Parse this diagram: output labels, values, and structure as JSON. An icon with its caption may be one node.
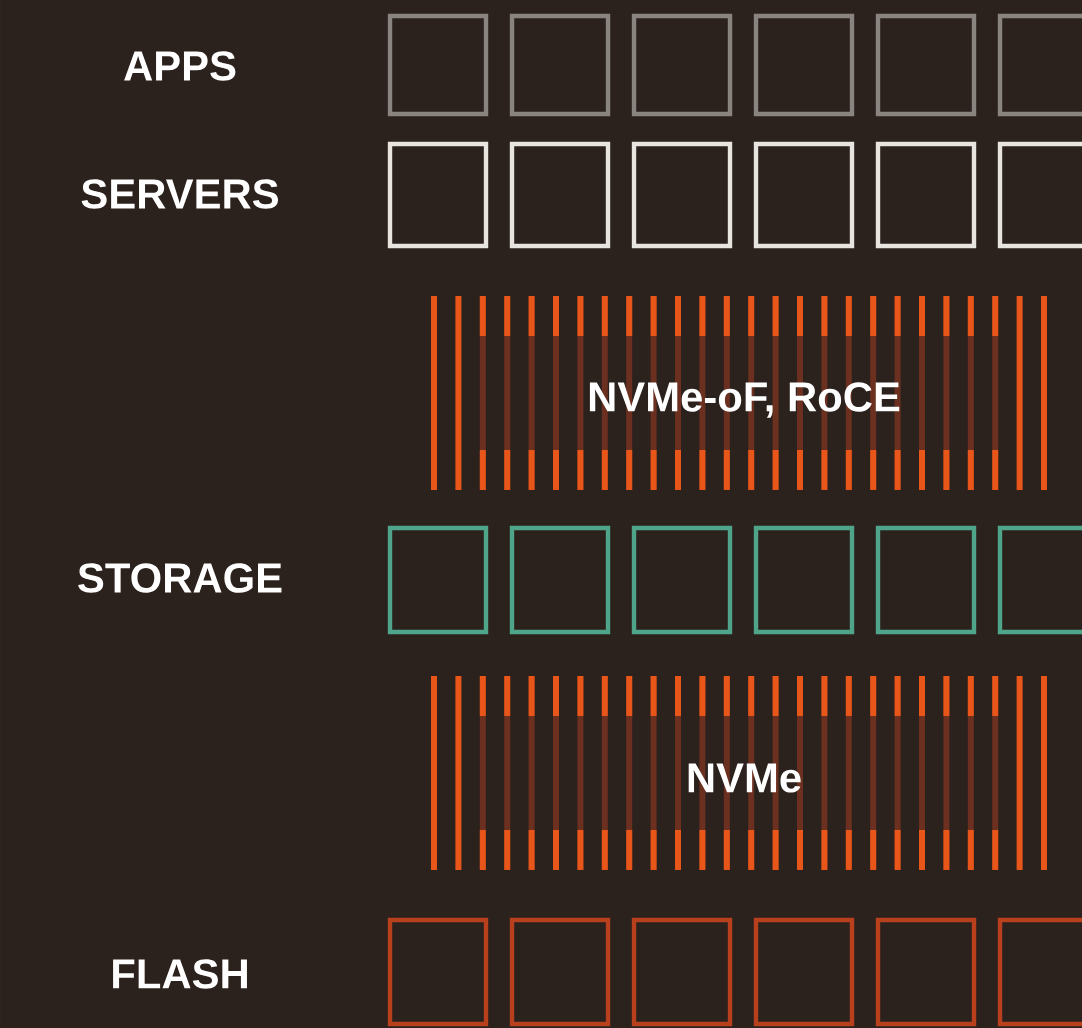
{
  "diagram": {
    "nodes": [
      {
        "text": [
          "NVMe-oF, RoCE"
        ]
      },
      {
        "text": [
          "NVMe"
        ]
      }
    ],
    "labels": [
      "APPS",
      "SERVERS",
      "STORAGE",
      "FLASH"
    ]
  }
}
